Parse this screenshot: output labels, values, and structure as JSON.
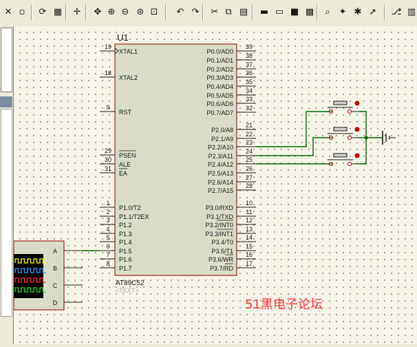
{
  "toolbar": {
    "buttons": [
      {
        "icon": "close-icon",
        "glyph": "✕"
      },
      {
        "icon": "blank-icon",
        "glyph": "▫"
      },
      {
        "icon": "refresh-icon",
        "glyph": "⟳"
      },
      {
        "icon": "grid-icon",
        "glyph": "▦"
      },
      {
        "icon": "origin-icon",
        "glyph": "✛"
      },
      {
        "icon": "pan-icon",
        "glyph": "✥"
      },
      {
        "icon": "zoom-in-icon",
        "glyph": "⊕"
      },
      {
        "icon": "zoom-out-icon",
        "glyph": "⊖"
      },
      {
        "icon": "zoom-all-icon",
        "glyph": "⊛"
      },
      {
        "icon": "zoom-area-icon",
        "glyph": "⊡"
      },
      {
        "icon": "undo-icon",
        "glyph": "↶"
      },
      {
        "icon": "redo-icon",
        "glyph": "↷"
      },
      {
        "icon": "cut-icon",
        "glyph": "✂"
      },
      {
        "icon": "copy-icon",
        "glyph": "⧉"
      },
      {
        "icon": "paste-icon",
        "glyph": "▤"
      },
      {
        "icon": "block-copy-icon",
        "glyph": "▬"
      },
      {
        "icon": "block-move-icon",
        "glyph": "▭"
      },
      {
        "icon": "block-rotate-icon",
        "glyph": "■"
      },
      {
        "icon": "block-delete-icon",
        "glyph": "▩"
      },
      {
        "icon": "pick-device-icon",
        "glyph": "⌕"
      },
      {
        "icon": "make-device-icon",
        "glyph": "✦"
      },
      {
        "icon": "packaging-icon",
        "glyph": "✱"
      },
      {
        "icon": "decompose-icon",
        "glyph": "➚"
      },
      {
        "icon": "wire-autorouter-icon",
        "glyph": "⎇"
      },
      {
        "icon": "netlist-icon",
        "glyph": "▥"
      }
    ]
  },
  "chip": {
    "ref": "U1",
    "part": "AT89C52",
    "text": "<TEXT>",
    "left_pins": [
      {
        "num": "19",
        "name": "XTAL1"
      },
      {
        "num": "18",
        "name": "XTAL2"
      },
      {
        "num": "9",
        "name": "RST"
      },
      {
        "num": "29",
        "name": "PSEN"
      },
      {
        "num": "30",
        "name": "ALE"
      },
      {
        "num": "31",
        "name": "EA"
      },
      {
        "num": "1",
        "name": "P1.0/T2"
      },
      {
        "num": "2",
        "name": "P1.1/T2EX"
      },
      {
        "num": "3",
        "name": "P1.2"
      },
      {
        "num": "4",
        "name": "P1.3"
      },
      {
        "num": "5",
        "name": "P1.4"
      },
      {
        "num": "6",
        "name": "P1.5"
      },
      {
        "num": "7",
        "name": "P1.6"
      },
      {
        "num": "8",
        "name": "P1.7"
      }
    ],
    "right_pins": [
      {
        "num": "39",
        "name": "P0.0/AD0"
      },
      {
        "num": "38",
        "name": "P0.1/AD1"
      },
      {
        "num": "37",
        "name": "P0.2/AD2"
      },
      {
        "num": "36",
        "name": "P0.3/AD3"
      },
      {
        "num": "35",
        "name": "P0.4/AD4"
      },
      {
        "num": "34",
        "name": "P0.5/AD5"
      },
      {
        "num": "33",
        "name": "P0.6/AD6"
      },
      {
        "num": "32",
        "name": "P0.7/AD7"
      },
      {
        "num": "21",
        "name": "P2.0/A8"
      },
      {
        "num": "22",
        "name": "P2.1/A9"
      },
      {
        "num": "23",
        "name": "P2.2/A10"
      },
      {
        "num": "24",
        "name": "P2.3/A11"
      },
      {
        "num": "25",
        "name": "P2.4/A12"
      },
      {
        "num": "26",
        "name": "P2.5/A13"
      },
      {
        "num": "27",
        "name": "P2.6/A14"
      },
      {
        "num": "28",
        "name": "P2.7/A15"
      },
      {
        "num": "10",
        "name": "P3.0/RXD"
      },
      {
        "num": "11",
        "name": "P3.1/TXD"
      },
      {
        "num": "12",
        "name": "P3.2/INT0"
      },
      {
        "num": "13",
        "name": "P3.3/INT1"
      },
      {
        "num": "14",
        "name": "P3.4/T0"
      },
      {
        "num": "15",
        "name": "P3.5/T1"
      },
      {
        "num": "16",
        "name": "P3.6/WR"
      },
      {
        "num": "17",
        "name": "P3.7/RD"
      }
    ]
  },
  "scope": {
    "channels": [
      "A",
      "B",
      "C",
      "D"
    ],
    "trace_colors": [
      "#ffff00",
      "#3399ff",
      "#ff2020",
      "#20e020"
    ]
  },
  "watermark": "51黑电子论坛",
  "colors": {
    "wire": "#006400",
    "component": "#8b0000",
    "chip_fill": "#d8dcc8"
  }
}
